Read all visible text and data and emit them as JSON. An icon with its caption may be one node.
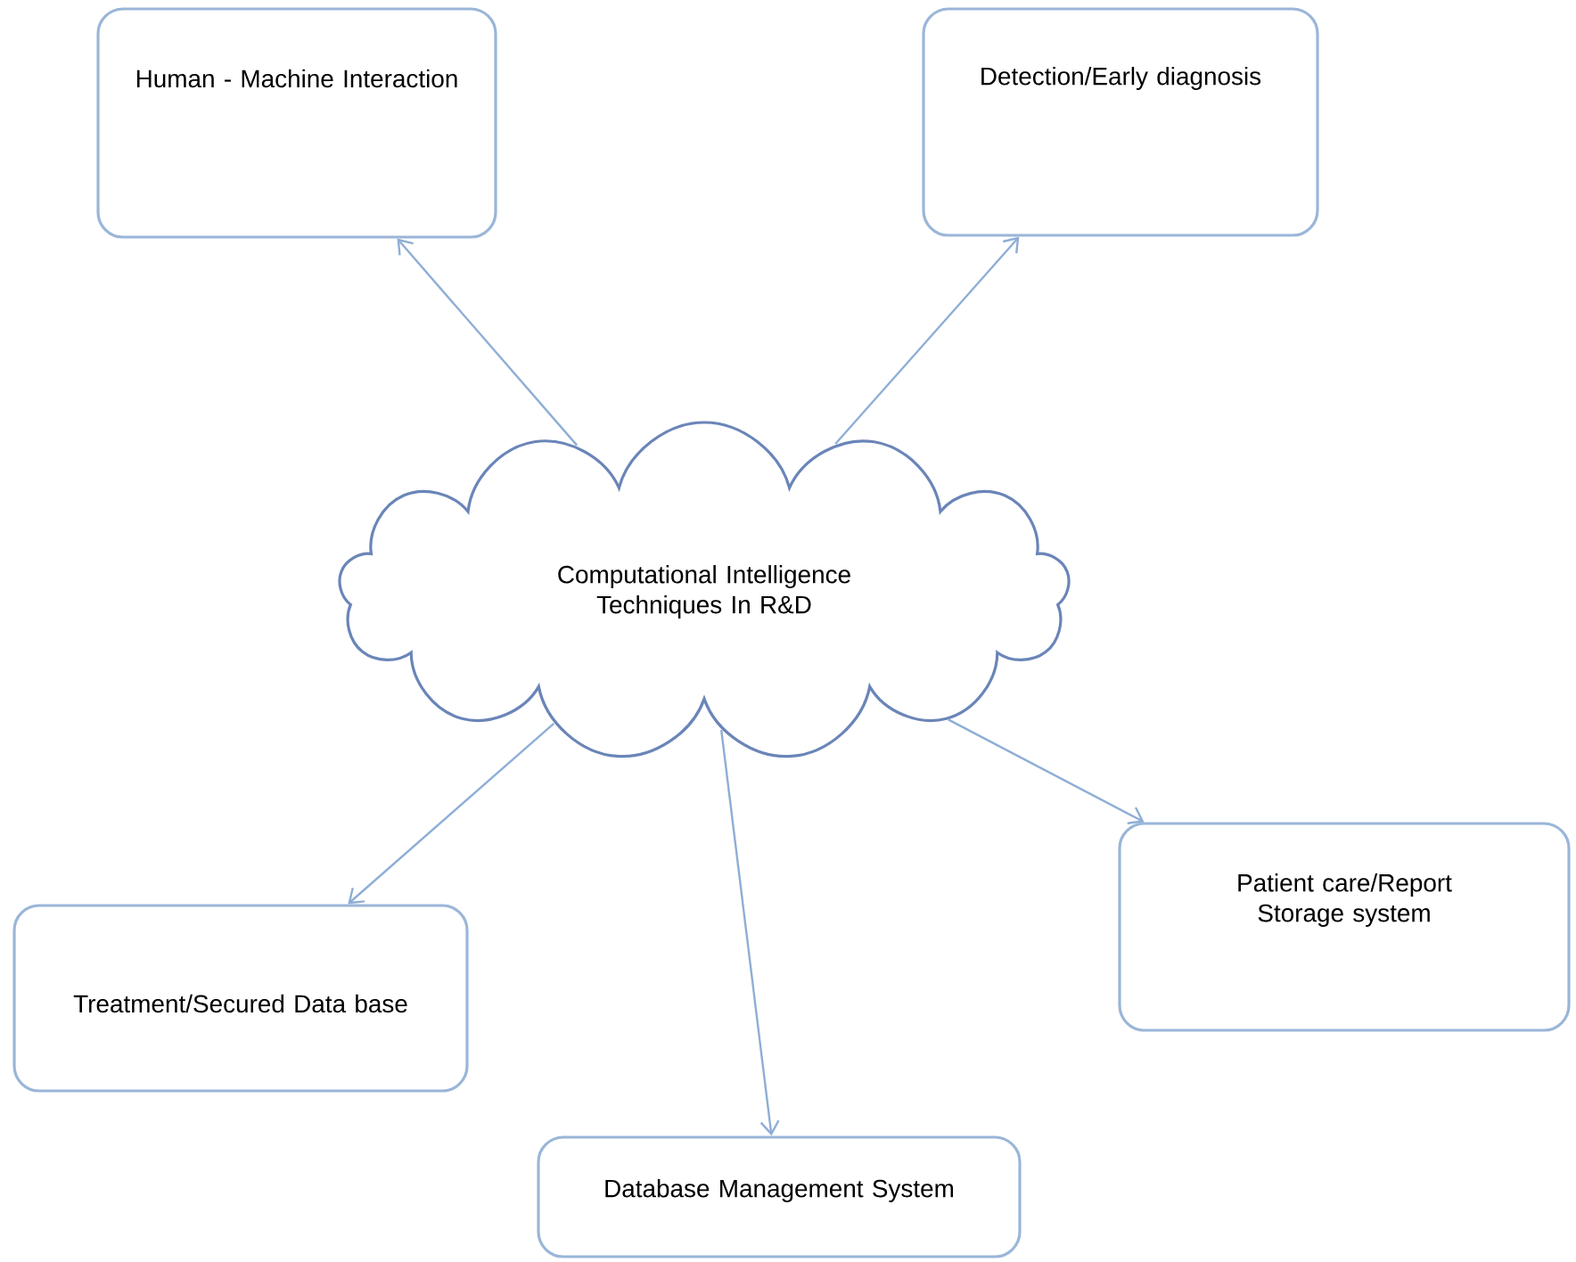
{
  "diagram": {
    "nodes": [
      {
        "text": [
          "Computational Intelligence Techniques In R&D"
        ]
      },
      {
        "text": [
          "Human - Machine Interaction"
        ]
      },
      {
        "text": [
          "Detection/Early diagnosis"
        ]
      },
      {
        "text": [
          "Treatment/Secured Data base"
        ]
      },
      {
        "text": [
          "Database Management System"
        ]
      },
      {
        "text": [
          "Patient care/Report Storage system"
        ]
      }
    ],
    "edges": [
      {
        "from": 0,
        "to": 1,
        "arrow": "to"
      },
      {
        "from": 0,
        "to": 2,
        "arrow": "to"
      },
      {
        "from": 0,
        "to": 3,
        "arrow": "to"
      },
      {
        "from": 0,
        "to": 4,
        "arrow": "to"
      },
      {
        "from": 0,
        "to": 5,
        "arrow": "to"
      }
    ]
  }
}
